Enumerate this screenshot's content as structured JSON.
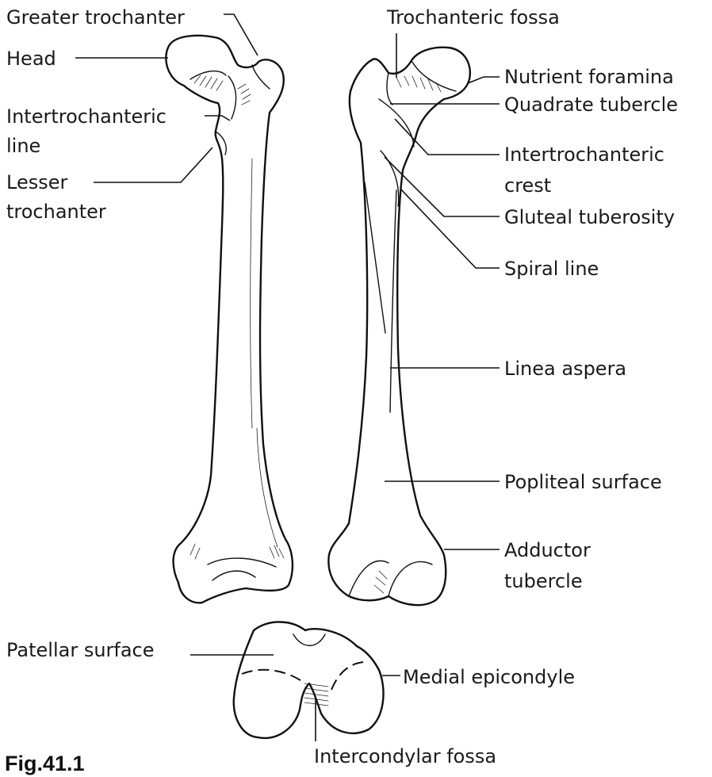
{
  "figure": {
    "caption": "Fig.41.1",
    "labels": {
      "greater_trochanter": "Greater trochanter",
      "head": "Head",
      "intertrochanteric_line_1": "Intertrochanteric",
      "intertrochanteric_line_2": "line",
      "lesser_trochanter_1": "Lesser",
      "lesser_trochanter_2": "trochanter",
      "trochanteric_fossa": "Trochanteric fossa",
      "nutrient_foramina": "Nutrient foramina",
      "quadrate_tubercle": "Quadrate tubercle",
      "intertrochanteric_crest_1": "Intertrochanteric",
      "intertrochanteric_crest_2": "crest",
      "gluteal_tuberosity": "Gluteal tuberosity",
      "spiral_line": "Spiral line",
      "linea_aspera": "Linea aspera",
      "popliteal_surface": "Popliteal surface",
      "adductor_tubercle_1": "Adductor",
      "adductor_tubercle_2": "tubercle",
      "patellar_surface": "Patellar surface",
      "medial_epicondyle": "Medial epicondyle",
      "intercondylar_fossa": "Intercondylar fossa"
    }
  }
}
